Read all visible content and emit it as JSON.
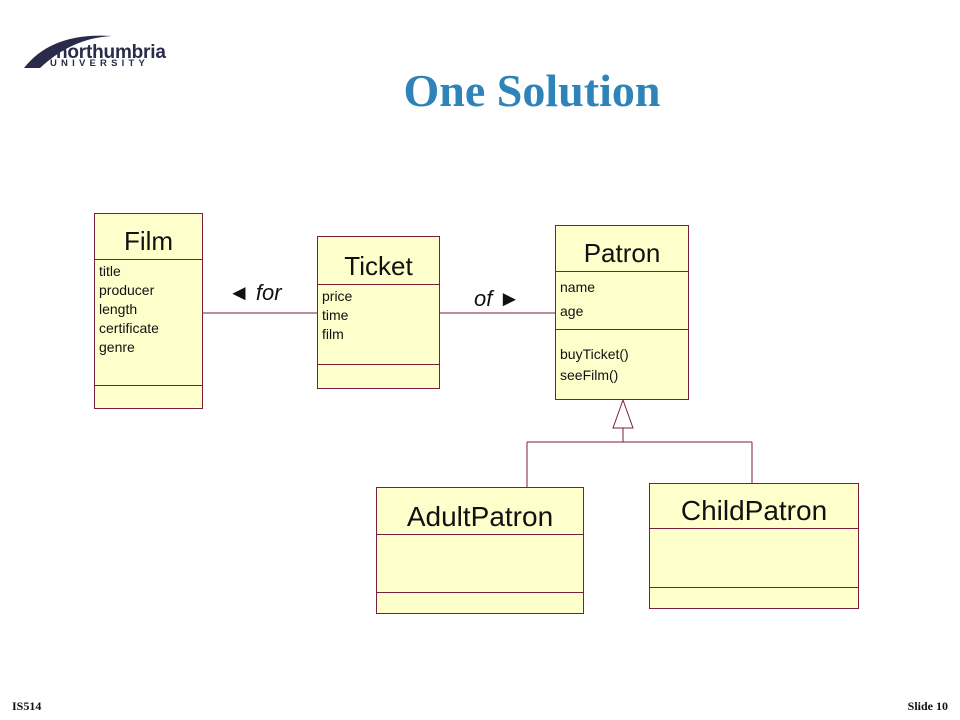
{
  "logo": {
    "name": "northumbria",
    "subtitle": "UNIVERSITY"
  },
  "title": "One Solution",
  "classes": {
    "film": {
      "name": "Film",
      "attributes": [
        "title",
        "producer",
        "length",
        "certificate",
        "genre"
      ]
    },
    "ticket": {
      "name": "Ticket",
      "attributes": [
        "price",
        "time",
        "film"
      ]
    },
    "patron": {
      "name": "Patron",
      "attributes": [
        "name",
        "age"
      ],
      "operations": [
        "buyTicket()",
        "seeFilm()"
      ]
    },
    "adult_patron": {
      "name": "AdultPatron"
    },
    "child_patron": {
      "name": "ChildPatron"
    }
  },
  "associations": {
    "for_label": "◄ for",
    "of_label": "of ►"
  },
  "footer": {
    "course": "IS514",
    "slide": "Slide 10"
  },
  "colors": {
    "title": "#2e84b8",
    "class_fill": "#ffffcc",
    "class_border": "#7a1f3a"
  }
}
